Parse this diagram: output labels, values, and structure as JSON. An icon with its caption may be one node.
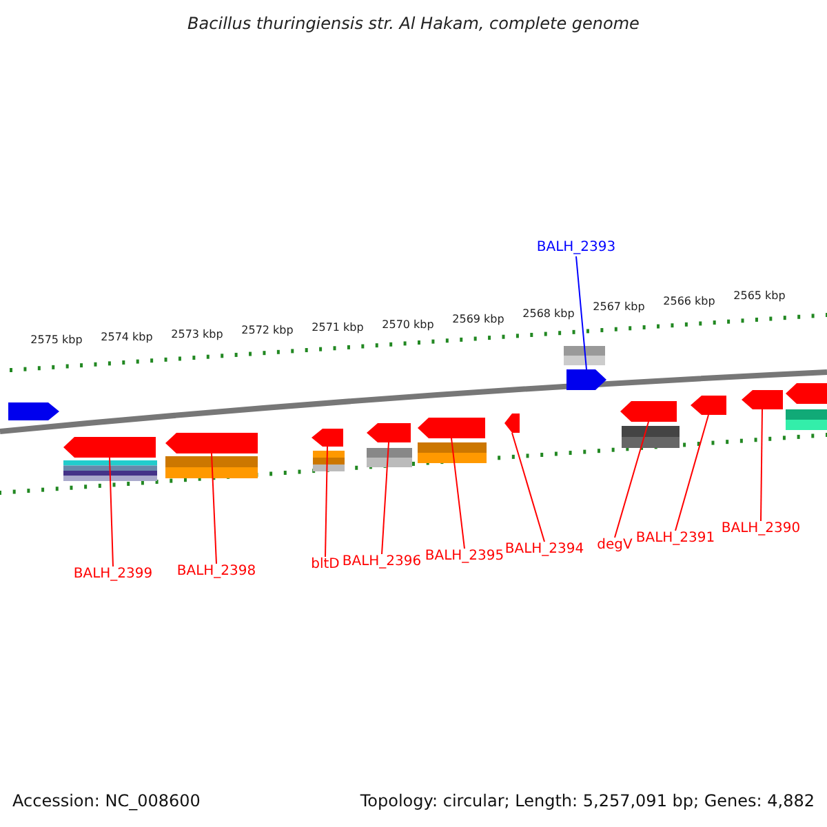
{
  "diagram": {
    "title": "Bacillus thuringiensis str. Al Hakam, complete genome",
    "nodes": [
      {
        "text": [
          "BALH_2393"
        ]
      },
      {
        "text": [
          "BALH_2399"
        ]
      },
      {
        "text": [
          "BALH_2398"
        ]
      },
      {
        "text": [
          "bltD"
        ]
      },
      {
        "text": [
          "BALH_2396"
        ]
      },
      {
        "text": [
          "BALH_2395"
        ]
      },
      {
        "text": [
          "BALH_2394"
        ]
      },
      {
        "text": [
          "degV"
        ]
      },
      {
        "text": [
          "BALH_2391"
        ]
      },
      {
        "text": [
          "BALH_2390"
        ]
      },
      {
        "text": [],
        "shape": "arrow"
      },
      {
        "text": [],
        "shape": "arrow"
      },
      {
        "text": [],
        "shape": "arrow"
      },
      {
        "text": [],
        "shape": "arrow"
      },
      {
        "text": [],
        "shape": "arrow"
      },
      {
        "text": [],
        "shape": "arrow"
      },
      {
        "text": [],
        "shape": "arrow"
      },
      {
        "text": [],
        "shape": "arrow"
      },
      {
        "text": [],
        "shape": "arrow"
      },
      {
        "text": [],
        "shape": "arrow"
      },
      {
        "text": [],
        "shape": "arrow"
      },
      {
        "text": [],
        "shape": "arrow"
      }
    ],
    "edges": [
      {
        "from": 0,
        "to": 17,
        "arrow": "none",
        "color": "#0000ff"
      },
      {
        "from": 1,
        "to": 11,
        "arrow": "none"
      },
      {
        "from": 2,
        "to": 12,
        "arrow": "none"
      },
      {
        "from": 3,
        "to": 13,
        "arrow": "none"
      },
      {
        "from": 4,
        "to": 14,
        "arrow": "none"
      },
      {
        "from": 5,
        "to": 15,
        "arrow": "none"
      },
      {
        "from": 6,
        "to": 16,
        "arrow": "none"
      },
      {
        "from": 7,
        "to": 18,
        "arrow": "none"
      },
      {
        "from": 8,
        "to": 19,
        "arrow": "none"
      },
      {
        "from": 9,
        "to": 20,
        "arrow": "none"
      }
    ],
    "labels": [
      "2575 kbp",
      "2574 kbp",
      "2573 kbp",
      "2572 kbp",
      "2571 kbp",
      "2570 kbp",
      "2569 kbp",
      "2568 kbp",
      "2567 kbp",
      "2566 kbp",
      "2565 kbp",
      "Accession: NC_008600",
      "Topology: circular; Length: 5,257,091 bp; Genes: 4,882"
    ]
  }
}
